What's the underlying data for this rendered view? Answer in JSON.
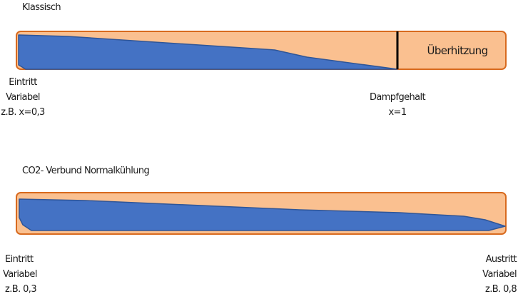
{
  "colors": {
    "tube_fill": "#fac090",
    "tube_border": "#d86a1e",
    "liquid_fill": "#4472c4",
    "liquid_border": "#2f5597",
    "divider": "#000000"
  },
  "classic": {
    "title": "Klassisch",
    "superheat_label": "Überhitzung",
    "inlet": [
      "Eintritt",
      "Variabel",
      "z.B. x=0,3"
    ],
    "vapor_quality": [
      "Dampfgehalt",
      "x=1"
    ]
  },
  "co2": {
    "title": "CO2- Verbund Normalkühlung",
    "inlet": [
      "Eintritt",
      "Variabel",
      "z.B. 0,3"
    ],
    "outlet": [
      "Austritt",
      "Variabel",
      "z.B. 0,8"
    ]
  }
}
